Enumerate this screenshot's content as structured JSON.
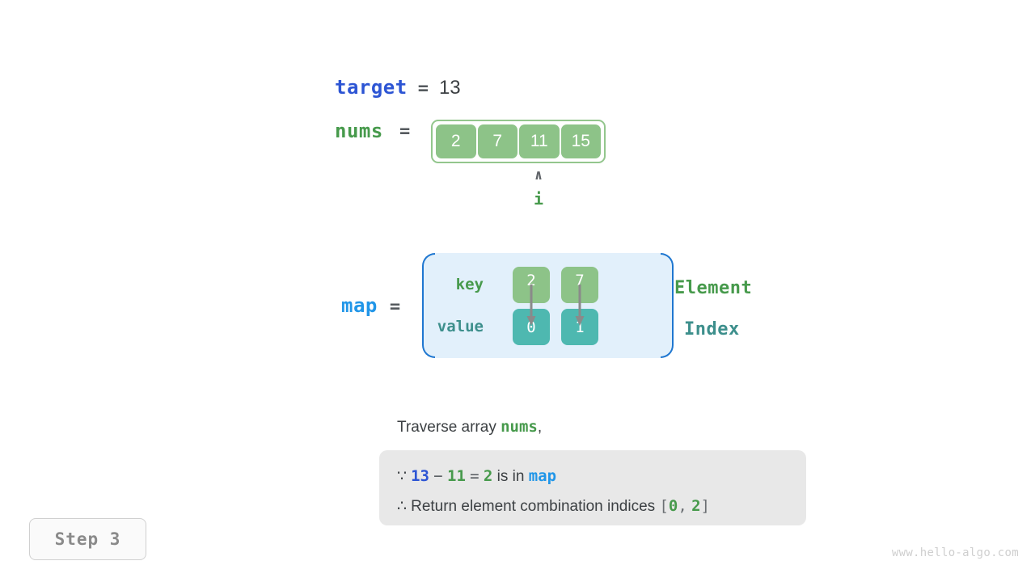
{
  "target": {
    "label": "target",
    "equals": "=",
    "value": "13"
  },
  "nums": {
    "label": "nums",
    "equals": "=",
    "cells": [
      "2",
      "7",
      "11",
      "15"
    ],
    "pointer": {
      "caret": "∧",
      "label": "i",
      "index": 2
    }
  },
  "map": {
    "label": "map",
    "equals": "=",
    "key_row_label": "key",
    "value_row_label": "value",
    "keys": [
      "2",
      "7"
    ],
    "values": [
      "0",
      "1"
    ],
    "key_legend": "Element",
    "value_legend": "Index",
    "arrow_icon": "down-arrow-icon"
  },
  "caption": {
    "prefix": "Traverse array ",
    "keyword": "nums",
    "suffix": ","
  },
  "note": {
    "line1": {
      "symbol": "∵",
      "a": "13",
      "minus": "−",
      "b": "11",
      "eq": "=",
      "c": "2",
      "text": "is in",
      "map": "map"
    },
    "line2": {
      "symbol": "∴",
      "text": "Return element combination indices",
      "open": "[",
      "i0": "0",
      "comma": ",",
      "i1": "2",
      "close": "]"
    }
  },
  "step_badge": "Step 3",
  "watermark": "www.hello-algo.com",
  "colors": {
    "target_blue": "#2d55d4",
    "nums_green": "#479a4c",
    "map_blue": "#2196e8",
    "cell_green": "#8dc388",
    "cell_teal": "#4eb8b0",
    "map_fill": "#e2f0fb",
    "map_border": "#1f77d0",
    "note_bg": "#e8e8e8",
    "text": "#3c4043"
  }
}
